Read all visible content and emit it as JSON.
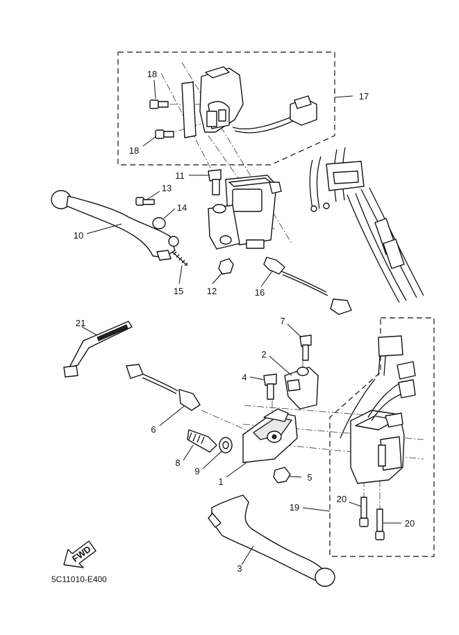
{
  "diagram_code": "5C11010-E400",
  "fwd_label": "FWD",
  "callouts": {
    "c1": "1",
    "c2": "2",
    "c3": "3",
    "c4": "4",
    "c5": "5",
    "c6": "6",
    "c7": "7",
    "c8": "8",
    "c9": "9",
    "c10": "10",
    "c11": "11",
    "c12": "12",
    "c13": "13",
    "c14": "14",
    "c15": "15",
    "c16": "16",
    "c17": "17",
    "c18a": "18",
    "c18b": "18",
    "c19": "19",
    "c20a": "20",
    "c20b": "20",
    "c21": "21"
  }
}
